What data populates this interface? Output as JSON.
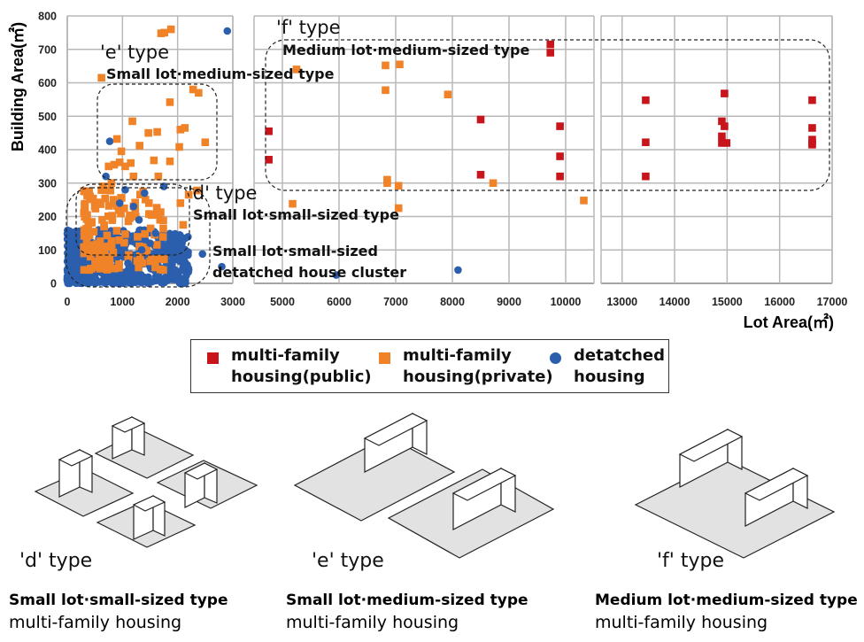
{
  "chart_data": {
    "type": "scatter",
    "xlabel": "Lot Area(㎡)",
    "ylabel": "Building Area(㎡)",
    "ylim": [
      0,
      800
    ],
    "y_ticks": [
      "0",
      "100",
      "200",
      "300",
      "400",
      "500",
      "600",
      "700",
      "800"
    ],
    "x_axis_broken": true,
    "x_segments": [
      {
        "range": [
          0,
          3000
        ],
        "ticks": [
          "0",
          "1000",
          "2000",
          "3000"
        ]
      },
      {
        "range": [
          4500,
          10500
        ],
        "ticks": [
          "5000",
          "6000",
          "7000",
          "8000",
          "9000",
          "10000"
        ]
      },
      {
        "range": [
          12600,
          17000
        ],
        "ticks": [
          "13000",
          "14000",
          "15000",
          "16000",
          "17000"
        ]
      }
    ],
    "grid": true,
    "legend_position": "below",
    "series": [
      {
        "name": "multi-family housing(public)",
        "marker": "square",
        "color": "#c8151c",
        "points": [
          [
            9730,
            715
          ],
          [
            9730,
            690
          ],
          [
            4760,
            455
          ],
          [
            4760,
            370
          ],
          [
            8500,
            490
          ],
          [
            8500,
            325
          ],
          [
            9900,
            470
          ],
          [
            9900,
            380
          ],
          [
            9900,
            320
          ],
          [
            13450,
            548
          ],
          [
            13450,
            422
          ],
          [
            13450,
            320
          ],
          [
            14950,
            568
          ],
          [
            14900,
            485
          ],
          [
            14950,
            470
          ],
          [
            14900,
            440
          ],
          [
            14900,
            420
          ],
          [
            14990,
            420
          ],
          [
            16620,
            548
          ],
          [
            16620,
            465
          ],
          [
            16620,
            430
          ],
          [
            16620,
            420
          ],
          [
            16620,
            415
          ]
        ]
      },
      {
        "name": "multi-family housing(private)",
        "marker": "square",
        "color": "#f08228",
        "points": [
          [
            1880,
            760
          ],
          [
            1760,
            750
          ],
          [
            1700,
            748
          ],
          [
            5250,
            640
          ],
          [
            6820,
            652
          ],
          [
            7070,
            655
          ],
          [
            6820,
            578
          ],
          [
            7920,
            565
          ],
          [
            2280,
            580
          ],
          [
            2380,
            570
          ],
          [
            1180,
            485
          ],
          [
            2050,
            460
          ],
          [
            2130,
            465
          ],
          [
            1860,
            542
          ],
          [
            2500,
            422
          ],
          [
            1470,
            450
          ],
          [
            1630,
            453
          ],
          [
            1310,
            412
          ],
          [
            2030,
            408
          ],
          [
            1860,
            365
          ],
          [
            1570,
            368
          ],
          [
            2350,
            278
          ],
          [
            6850,
            310
          ],
          [
            6850,
            300
          ],
          [
            7050,
            292
          ],
          [
            7050,
            225
          ],
          [
            8720,
            300
          ],
          [
            10320,
            248
          ],
          [
            5180,
            238
          ],
          [
            900,
            432
          ],
          [
            980,
            395
          ],
          [
            1050,
            350
          ],
          [
            950,
            362
          ],
          [
            750,
            350
          ],
          [
            850,
            355
          ],
          [
            1150,
            360
          ],
          [
            1200,
            320
          ],
          [
            800,
            300
          ],
          [
            650,
            290
          ],
          [
            1650,
            320
          ],
          [
            1480,
            240
          ],
          [
            1600,
            205
          ],
          [
            2200,
            265
          ],
          [
            2050,
            240
          ],
          [
            2100,
            175
          ],
          [
            620,
            615
          ]
        ],
        "cluster_fill": {
          "x_range": [
            300,
            1800
          ],
          "y_range": [
            40,
            280
          ],
          "count": 140,
          "seed": 7
        }
      },
      {
        "name": "detatched housing",
        "marker": "circle",
        "color": "#2b5fae",
        "points": [
          [
            2900,
            755
          ],
          [
            770,
            425
          ],
          [
            1050,
            280
          ],
          [
            700,
            320
          ],
          [
            1750,
            290
          ],
          [
            2450,
            88
          ],
          [
            2800,
            50
          ],
          [
            5950,
            25
          ],
          [
            8100,
            40
          ],
          [
            1350,
            100
          ],
          [
            1500,
            120
          ],
          [
            1100,
            60
          ],
          [
            1900,
            30
          ],
          [
            2200,
            40
          ],
          [
            1600,
            150
          ],
          [
            1300,
            190
          ],
          [
            1200,
            230
          ],
          [
            950,
            240
          ],
          [
            1400,
            270
          ]
        ],
        "cluster_fill": {
          "x_range": [
            0,
            2200
          ],
          "y_range": [
            0,
            160
          ],
          "count": 600,
          "seed": 13
        }
      }
    ],
    "annotations": [
      {
        "type_label": "'e' type",
        "desc": "Small lot·medium-sized type"
      },
      {
        "type_label": "'f' type",
        "desc": "Medium lot·medium-sized type"
      },
      {
        "type_label": "'d' type",
        "desc": "Small lot·small-sized type"
      },
      {
        "type_label": "",
        "desc": "Small lot·small-sized",
        "desc2": "detatched house cluster"
      }
    ]
  },
  "legend": {
    "items": [
      {
        "line1": "multi-family",
        "line2": "housing(public)",
        "color": "#c8151c",
        "shape": "square"
      },
      {
        "line1": "multi-family",
        "line2": "housing(private)",
        "color": "#f08228",
        "shape": "square"
      },
      {
        "line1": "detatched",
        "line2": "housing",
        "color": "#2b5fae",
        "shape": "circle"
      }
    ]
  },
  "illustrations": [
    {
      "type_label": "'d' type",
      "title": "Small lot·small-sized type",
      "subtitle": "multi-family housing"
    },
    {
      "type_label": "'e' type",
      "title": "Small lot·medium-sized type",
      "subtitle": "multi-family housing"
    },
    {
      "type_label": "'f' type",
      "title": "Medium lot·medium-sized type",
      "subtitle": "multi-family housing"
    }
  ]
}
